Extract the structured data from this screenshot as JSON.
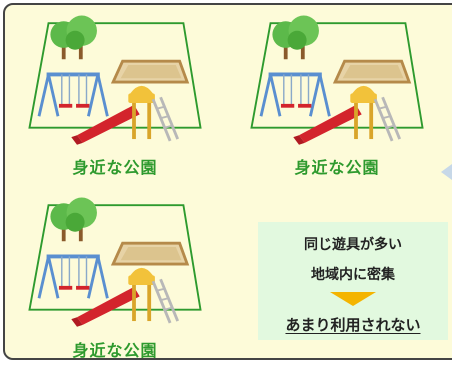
{
  "parks": [
    {
      "label": "身近な公園"
    },
    {
      "label": "身近な公園"
    },
    {
      "label": "身近な公園"
    }
  ],
  "info": {
    "line1": "同じ遊具が多い",
    "line2": "地域内に密集",
    "result": "あまり利用されない"
  },
  "colors": {
    "panel_bg": "#fdfbd9",
    "park_outline": "#2e9a2e",
    "label_text": "#2e9a2e",
    "info_bg": "#e2f9df",
    "arrow": "#f4b400",
    "slide": "#d3242c",
    "swing_frame": "#5a8fd0",
    "tree": "#5cb94a"
  }
}
